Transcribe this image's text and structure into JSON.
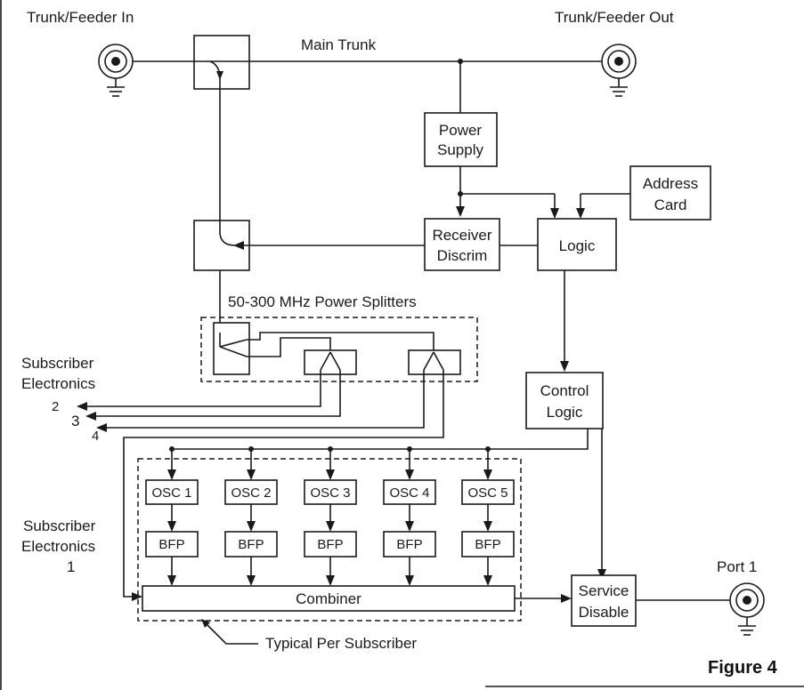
{
  "labels": {
    "trunk_in": "Trunk/Feeder In",
    "trunk_out": "Trunk/Feeder Out",
    "main_trunk": "Main Trunk",
    "power_supply_1": "Power",
    "power_supply_2": "Supply",
    "address_card_1": "Address",
    "address_card_2": "Card",
    "receiver_1": "Receiver",
    "receiver_2": "Discrim",
    "logic": "Logic",
    "splitters": "50-300 MHz Power Splitters",
    "sub_elec_top_1": "Subscriber",
    "sub_elec_top_2": "Electronics",
    "out_2": "2",
    "out_3": "3",
    "out_4": "4",
    "control_logic_1": "Control",
    "control_logic_2": "Logic",
    "sub_elec_bottom_1": "Subscriber",
    "sub_elec_bottom_2": "Electronics",
    "sub_elec_bottom_3": "1",
    "oscillators": [
      "OSC 1",
      "OSC 2",
      "OSC 3",
      "OSC 4",
      "OSC 5"
    ],
    "filters": [
      "BFP",
      "BFP",
      "BFP",
      "BFP",
      "BFP"
    ],
    "combiner": "Combiner",
    "service_disable_1": "Service",
    "service_disable_2": "Disable",
    "port_1": "Port 1",
    "typical": "Typical Per Subscriber",
    "figure": "Figure 4"
  }
}
